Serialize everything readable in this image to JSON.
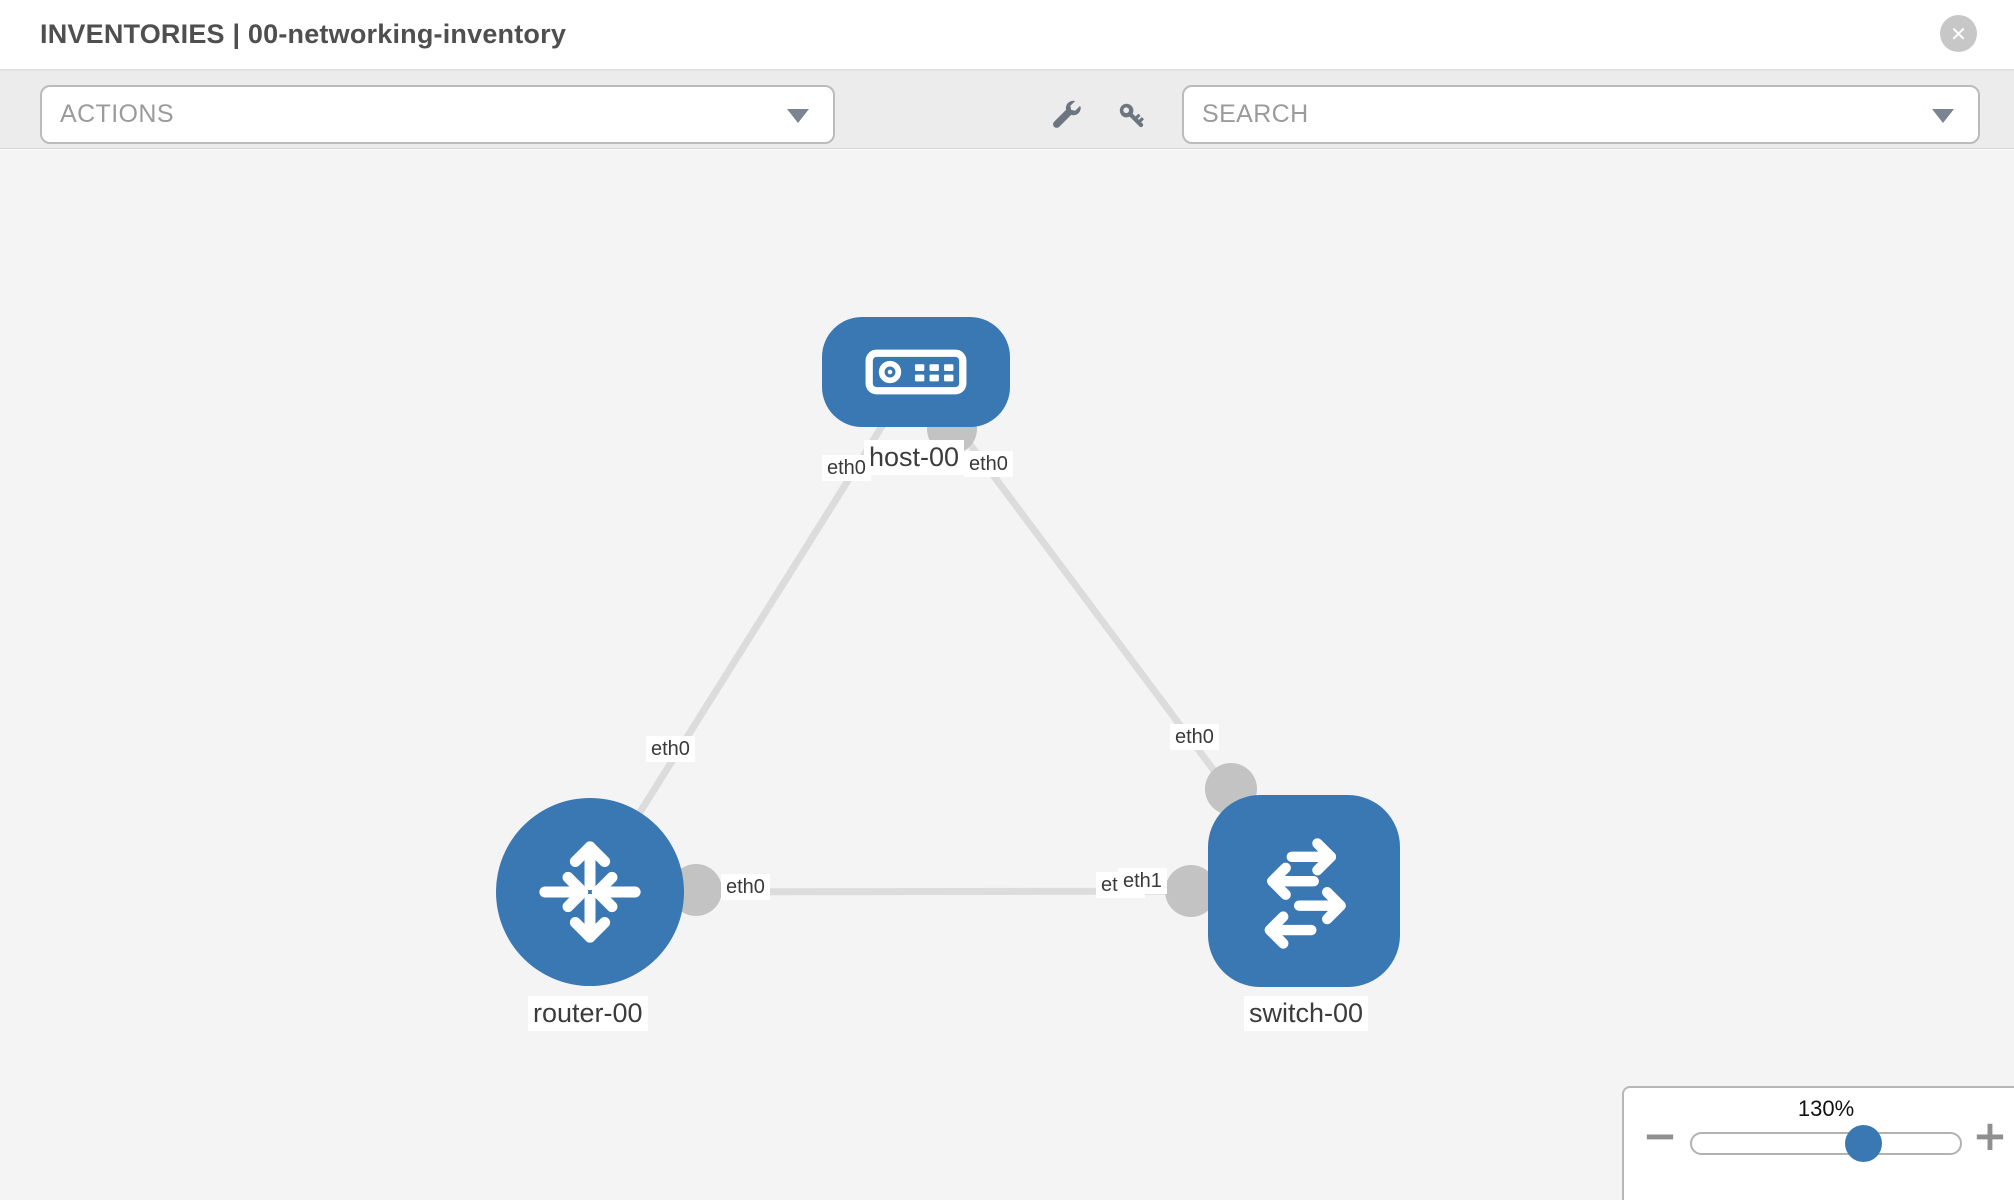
{
  "header": {
    "title": "INVENTORIES | 00-networking-inventory",
    "close_glyph": "✕"
  },
  "toolbar": {
    "actions_label": "ACTIONS",
    "search_label": "SEARCH",
    "icons": [
      "wrench-icon",
      "key-icon"
    ]
  },
  "topology": {
    "node_color": "#3978b3",
    "link_color": "#dcdcdc",
    "connector_color": "#c3c3c3",
    "nodes": [
      {
        "id": "host-00",
        "label": "host-00",
        "type": "host",
        "icon": "server-icon"
      },
      {
        "id": "router-00",
        "label": "router-00",
        "type": "router",
        "icon": "router-arrows-icon"
      },
      {
        "id": "switch-00",
        "label": "switch-00",
        "type": "switch",
        "icon": "switch-arrows-icon"
      }
    ],
    "links": [
      {
        "from": "host-00",
        "to": "router-00",
        "from_label": "eth0",
        "to_label": "eth0"
      },
      {
        "from": "host-00",
        "to": "switch-00",
        "from_label": "eth0",
        "to_label": "eth0"
      },
      {
        "from": "router-00",
        "to": "switch-00",
        "from_label": "eth0",
        "to_label": "eth1"
      }
    ],
    "chips": [
      {
        "text": "eth0"
      },
      {
        "text": "eth0"
      },
      {
        "text": "eth0"
      },
      {
        "text": "eth0"
      },
      {
        "text": "eth0"
      },
      {
        "text": "eth0"
      },
      {
        "text": "eth1"
      }
    ]
  },
  "zoom_control": {
    "value_label": "130%",
    "percent": 130,
    "minus_glyph": "−",
    "plus_glyph": "+"
  }
}
